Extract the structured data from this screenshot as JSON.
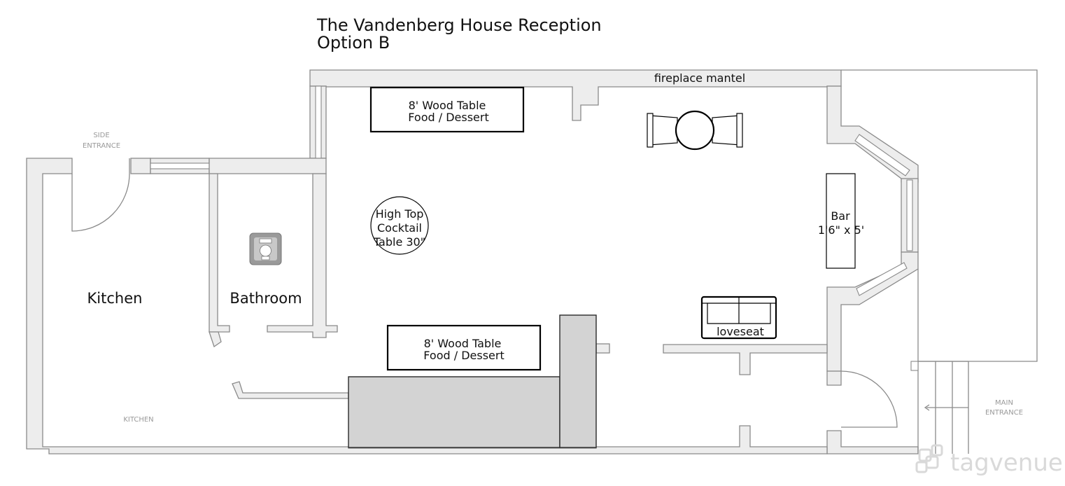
{
  "title": {
    "line1": "The Vandenberg House Reception",
    "line2": "Option B"
  },
  "rooms": {
    "kitchen": "Kitchen",
    "bathroom": "Bathroom"
  },
  "small_labels": {
    "side_entrance_1": "SIDE",
    "side_entrance_2": "ENTRANCE",
    "kitchen_floor": "KITCHEN",
    "main_entrance_1": "MAIN",
    "main_entrance_2": "ENTRANCE"
  },
  "fixtures": {
    "fireplace": "fireplace mantel"
  },
  "furniture": {
    "table_top": {
      "line1": "8' Wood Table",
      "line2": "Food / Dessert"
    },
    "table_bottom": {
      "line1": "8' Wood Table",
      "line2": "Food / Dessert"
    },
    "high_top": {
      "line1": "High Top",
      "line2": "Cocktail",
      "line3": "Table 30\""
    },
    "bar": {
      "line1": "Bar",
      "line2": "1'6\" x 5'"
    },
    "loveseat": "loveseat"
  },
  "watermark": "tagvenue",
  "colors": {
    "wall_fill": "#ededed",
    "wall_stroke": "#8a8a8a",
    "furniture_stroke": "#000000",
    "gray_block": "#d3d3d3"
  }
}
